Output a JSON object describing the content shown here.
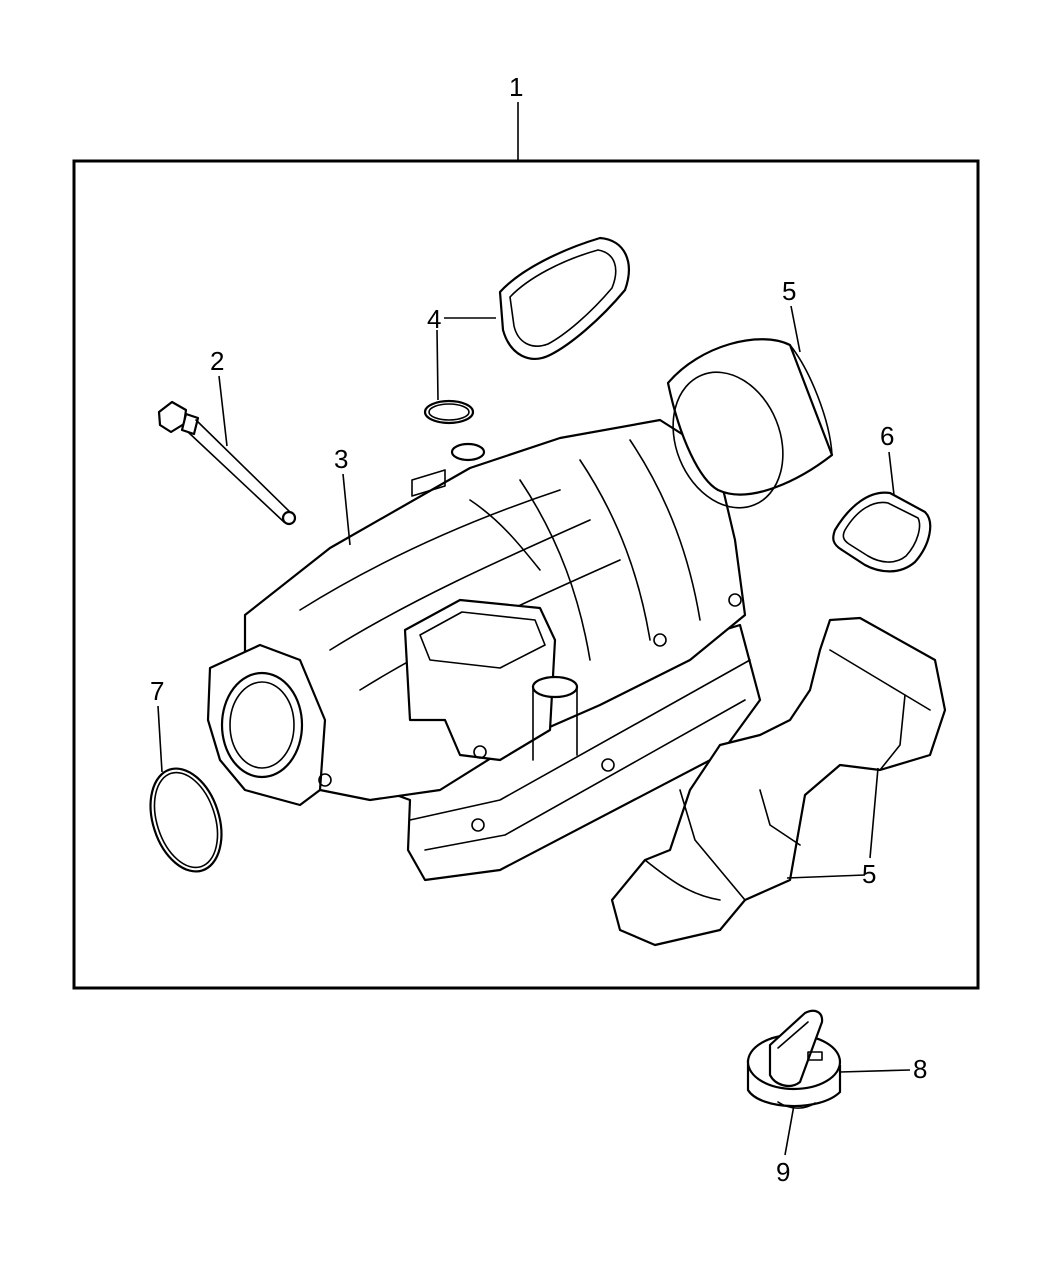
{
  "callouts": {
    "c1": "1",
    "c2": "2",
    "c3": "3",
    "c4": "4",
    "c5a": "5",
    "c5b": "5",
    "c6": "6",
    "c7": "7",
    "c8": "8",
    "c9": "9"
  },
  "colors": {
    "line": "#000000",
    "background": "#ffffff"
  }
}
